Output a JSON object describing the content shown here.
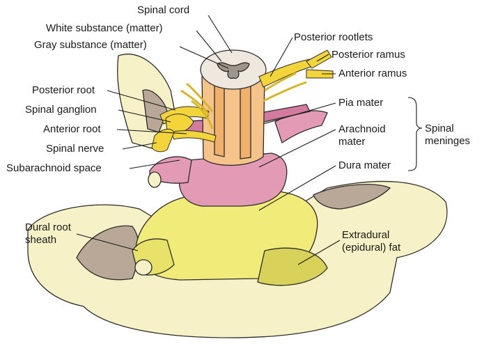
{
  "labels": {
    "spinal_cord": "Spinal cord",
    "white_substance": "White substance (matter)",
    "gray_substance": "Gray substance (matter)",
    "posterior_rootlets": "Posterior rootlets",
    "posterior_ramus": "Posterior ramus",
    "anterior_ramus": "Anterior ramus",
    "posterior_root": "Posterior root",
    "spinal_ganglion": "Spinal ganglion",
    "anterior_root": "Anterior root",
    "spinal_nerve": "Spinal nerve",
    "subarachnoid_space": "Subarachnoid space",
    "pia_mater": "Pia mater",
    "arachnoid_mater": "Arachnoid\nmater",
    "spinal_meninges": "Spinal\nmeninges",
    "dura_mater": "Dura mater",
    "dural_root_sheath": "Dural root\nsheath",
    "extradural_fat": "Extradural\n(epidural) fat"
  },
  "colors": {
    "bone": "#f6f1c6",
    "dura": "#f1ec7a",
    "dura_shade": "#d9d25a",
    "arachnoid": "#e39ab5",
    "cord_white": "#f6c38a",
    "cord_gray": "#d8d3cc",
    "nerve": "#f3d43a",
    "marrow": "#b9a898",
    "outline": "#2b2b2b"
  }
}
